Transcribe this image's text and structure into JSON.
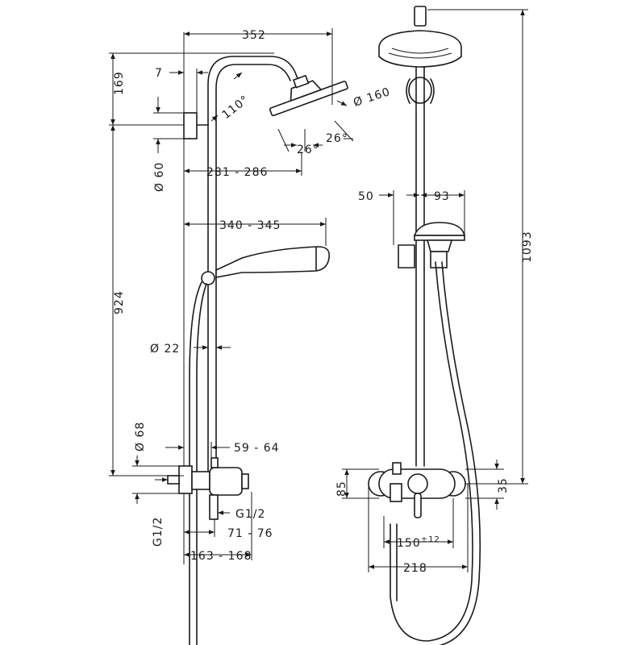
{
  "dimensions": {
    "arm_length": "352",
    "top_height": "169",
    "wall_offset": "7",
    "head_angle": "110°",
    "head_diameter": "Ø 160",
    "spray_angle_left": "26°",
    "spray_angle_right": "26°",
    "bracket_diameter": "Ø 60",
    "head_projection": "281 - 286",
    "hand_projection": "340 - 345",
    "pipe_diameter": "Ø 22",
    "column_height": "924",
    "rosette_diameter": "Ø 68",
    "mixer_offset": "59 - 64",
    "outlet_thread": "G1/2",
    "inlet_thread": "G1/2",
    "mixer_depth": "71 - 76",
    "spout_projection": "163 - 168",
    "front_left": "50",
    "front_right": "93",
    "total_height": "1093",
    "mixer_height": "85",
    "center_height": "35",
    "connection_spacing": "150",
    "connection_tolerance": "±12",
    "mixer_width": "218"
  }
}
